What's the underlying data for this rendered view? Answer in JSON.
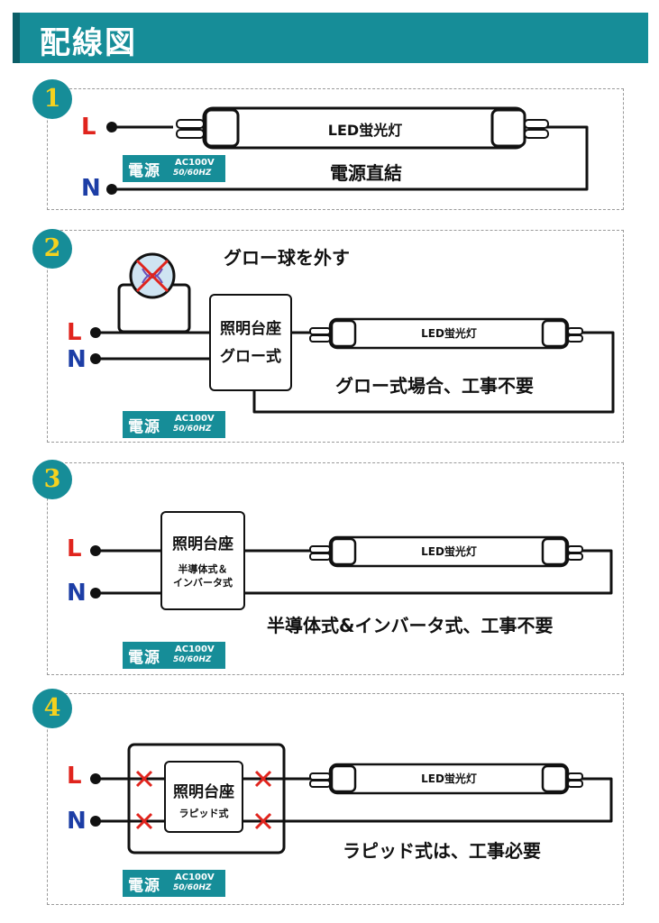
{
  "title": "配線図",
  "power": {
    "label": "電源",
    "spec_v": "AC100V",
    "spec_hz": "50/60HZ"
  },
  "terminals": {
    "l": "L",
    "n": "N"
  },
  "tube_label": "LED蛍光灯",
  "sections": [
    {
      "number": "1",
      "note": "電源直結"
    },
    {
      "number": "2",
      "top_note": "グロー球を外す",
      "fixture_line1": "照明台座",
      "fixture_line2": "グロー式",
      "note": "グロー式場合、工事不要"
    },
    {
      "number": "3",
      "fixture_line1": "照明台座",
      "fixture_line2": "半導体式＆",
      "fixture_line3": "インバータ式",
      "note": "半導体式&インバータ式、工事不要"
    },
    {
      "number": "4",
      "fixture_line1": "照明台座",
      "fixture_line2": "ラピッド式",
      "note": "ラピッド式は、工事必要"
    }
  ],
  "colors": {
    "accent": "#168d98",
    "badge_text": "#f5d21e",
    "l_color": "#e0241d",
    "n_color": "#1d3ea6",
    "cross": "#e0241d"
  }
}
